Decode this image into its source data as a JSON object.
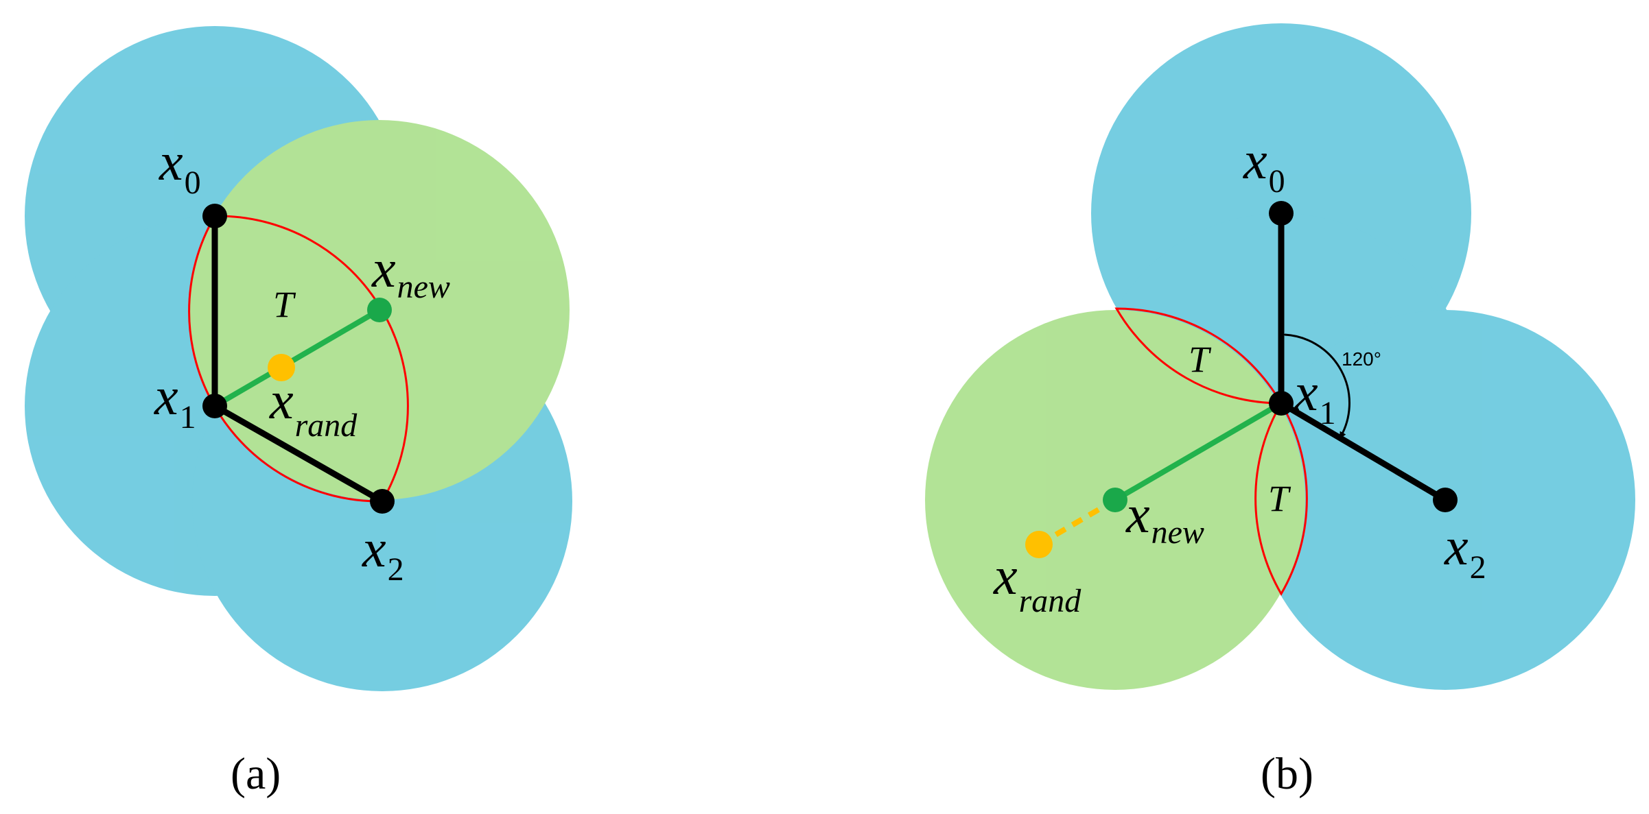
{
  "colors": {
    "blue_disk": "#3bb8d4",
    "green_disk": "#92d76a",
    "node": "#000000",
    "new_node": "#1aa84a",
    "rand_node": "#ffc000",
    "region_outline": "#ff0000",
    "edge_black": "#000000",
    "edge_green": "#22b24c"
  },
  "panel_a": {
    "caption": "(a)",
    "x0": {
      "base": "x",
      "sub": "0"
    },
    "x1": {
      "base": "x",
      "sub": "1"
    },
    "x2": {
      "base": "x",
      "sub": "2"
    },
    "x_new": {
      "base": "x",
      "sub": "new"
    },
    "x_rand": {
      "base": "x",
      "sub": "rand"
    },
    "region_label": "T"
  },
  "panel_b": {
    "caption": "(b)",
    "x0": {
      "base": "x",
      "sub": "0"
    },
    "x1": {
      "base": "x",
      "sub": "1"
    },
    "x2": {
      "base": "x",
      "sub": "2"
    },
    "x_new": {
      "base": "x",
      "sub": "new"
    },
    "x_rand": {
      "base": "x",
      "sub": "rand"
    },
    "region_label_upper": "T",
    "region_label_lower": "T",
    "angle_label": "120°"
  }
}
